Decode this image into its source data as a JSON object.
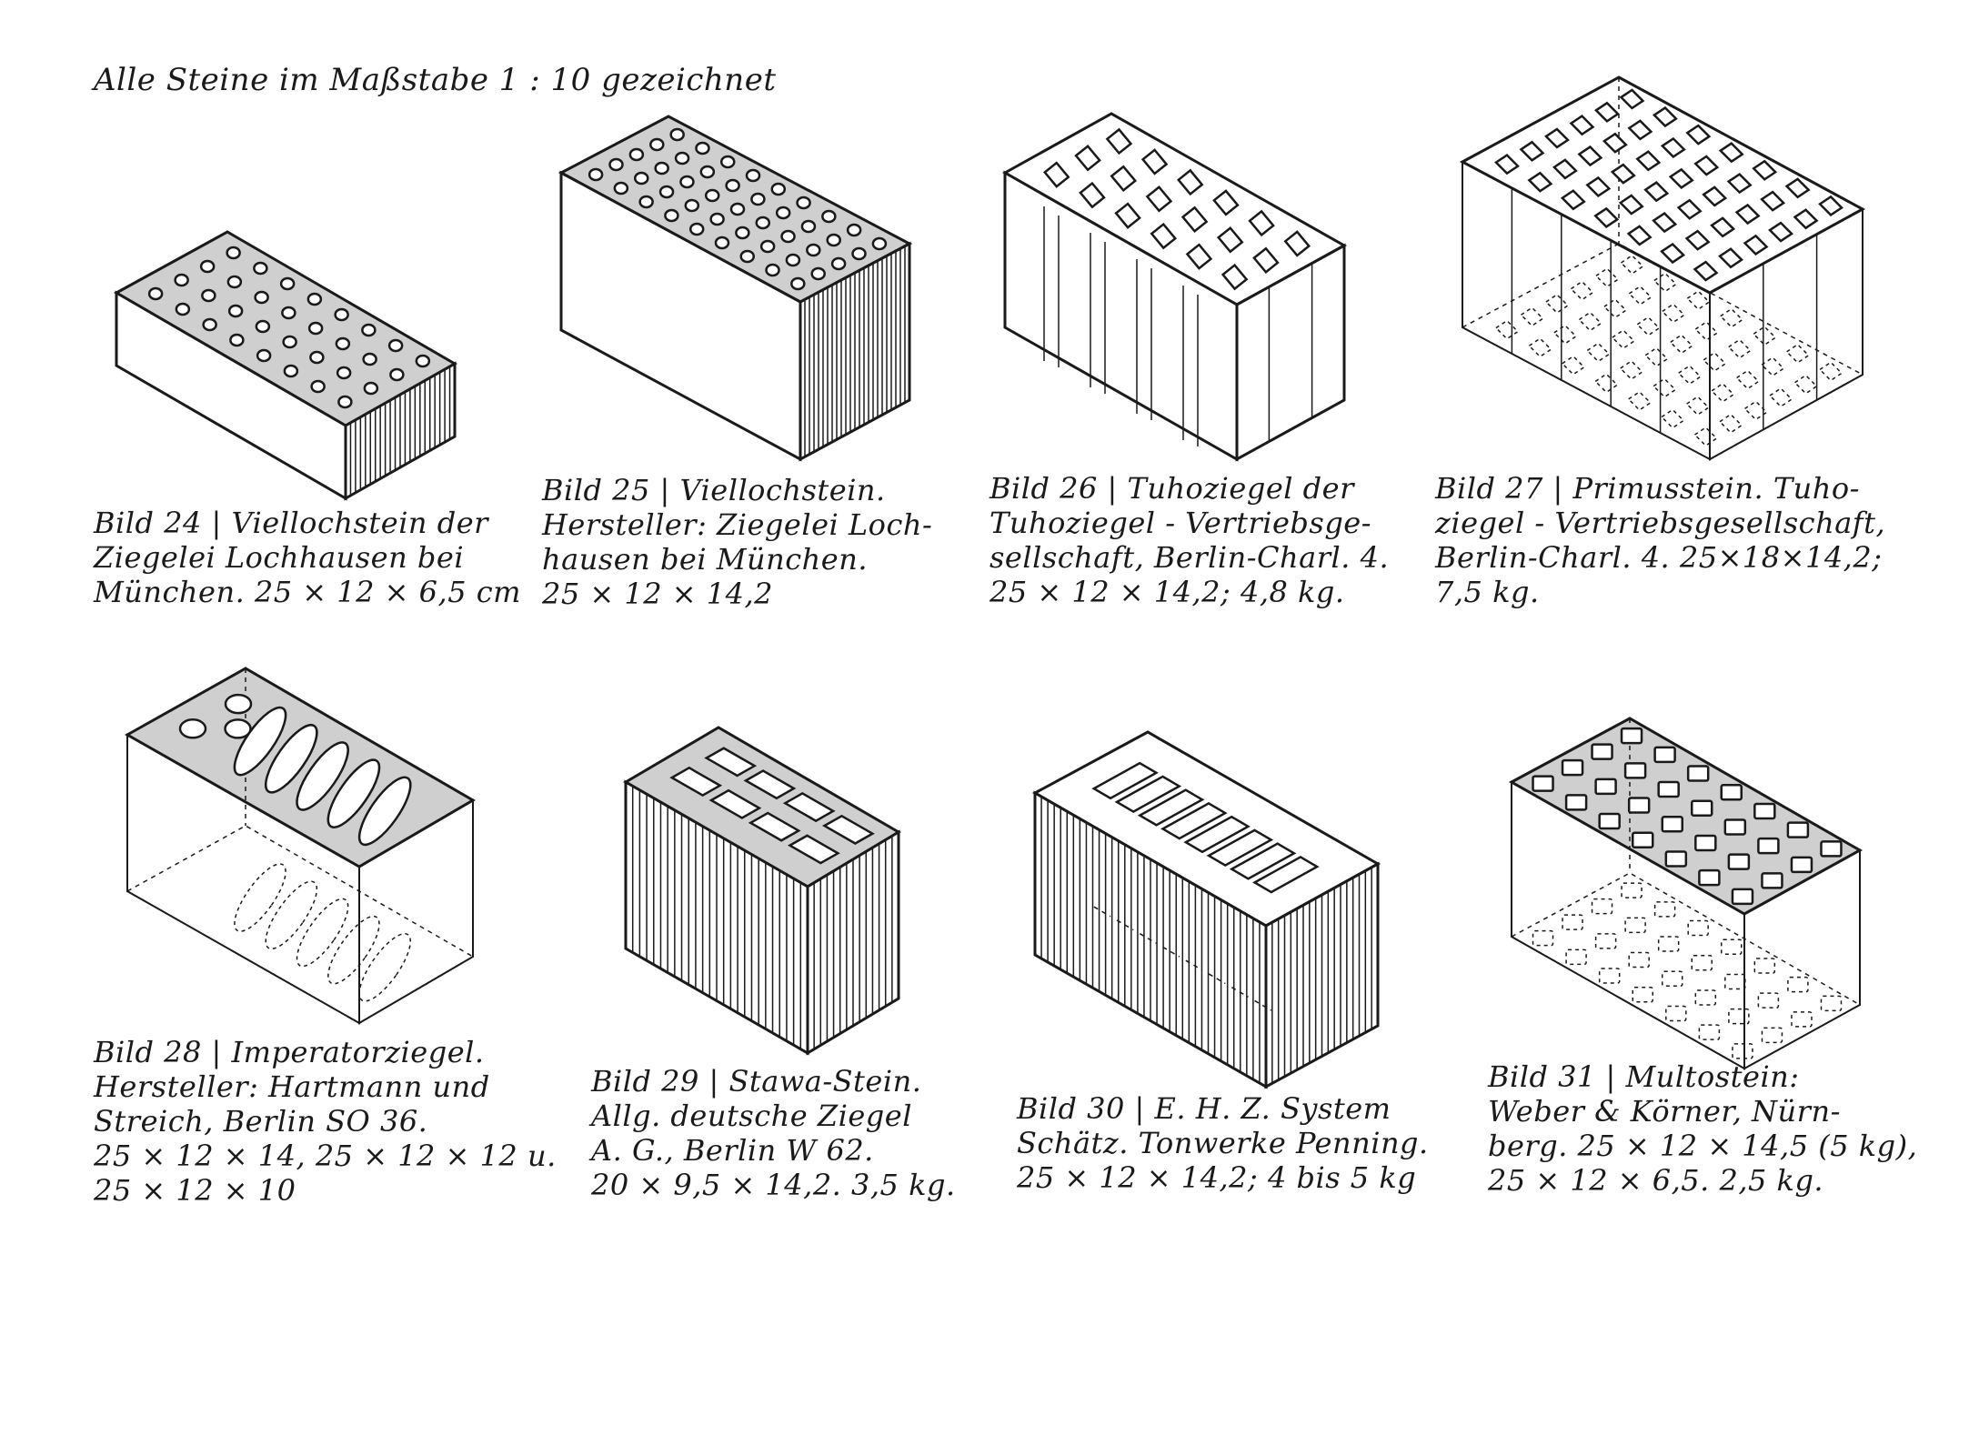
{
  "header": "Alle Steine im Maßstabe 1 : 10 gezeichnet",
  "figures": [
    {
      "lines": [
        "Bild 24 | Viellochstein der",
        "Ziegelei  Lochhausen  bei",
        "München. 25 × 12 × 6,5 cm"
      ]
    },
    {
      "lines": [
        "Bild  25  |  Viellochstein.",
        "Hersteller: Ziegelei  Loch-",
        "hausen bei München.",
        "25 × 12 × 14,2"
      ]
    },
    {
      "lines": [
        "Bild 26 | Tuhoziegel der",
        "Tuhoziegel - Vertriebsge-",
        "sellschaft, Berlin-Charl. 4.",
        "25 × 12 × 14,2; 4,8 kg."
      ]
    },
    {
      "lines": [
        "Bild 27 | Primusstein. Tuho-",
        "ziegel - Vertriebsgesellschaft,",
        "Berlin-Charl. 4. 25×18×14,2;",
        "7,5 kg."
      ]
    },
    {
      "lines": [
        "Bild 28 | Imperatorziegel.",
        "Hersteller:  Hartmann  und",
        "Streich, Berlin SO 36.",
        "25 × 12 × 14, 25 × 12 × 12 u.",
        "25 × 12 × 10"
      ]
    },
    {
      "lines": [
        "Bild 29 | Stawa-Stein.",
        "Allg.  deutsche  Ziegel",
        "A.  G.,  Berlin  W  62.",
        "20 × 9,5 × 14,2.  3,5 kg."
      ]
    },
    {
      "lines": [
        "Bild 30 | E. H. Z. System",
        "Schätz. Tonwerke Penning.",
        "25 × 12 × 14,2;  4 bis 5 kg"
      ]
    },
    {
      "lines": [
        "Bild  31  |  Multostein:",
        "Weber & Körner, Nürn-",
        "berg. 25 × 12 × 14,5 (5 kg),",
        "25 × 12 × 6,5. 2,5 kg."
      ]
    }
  ]
}
